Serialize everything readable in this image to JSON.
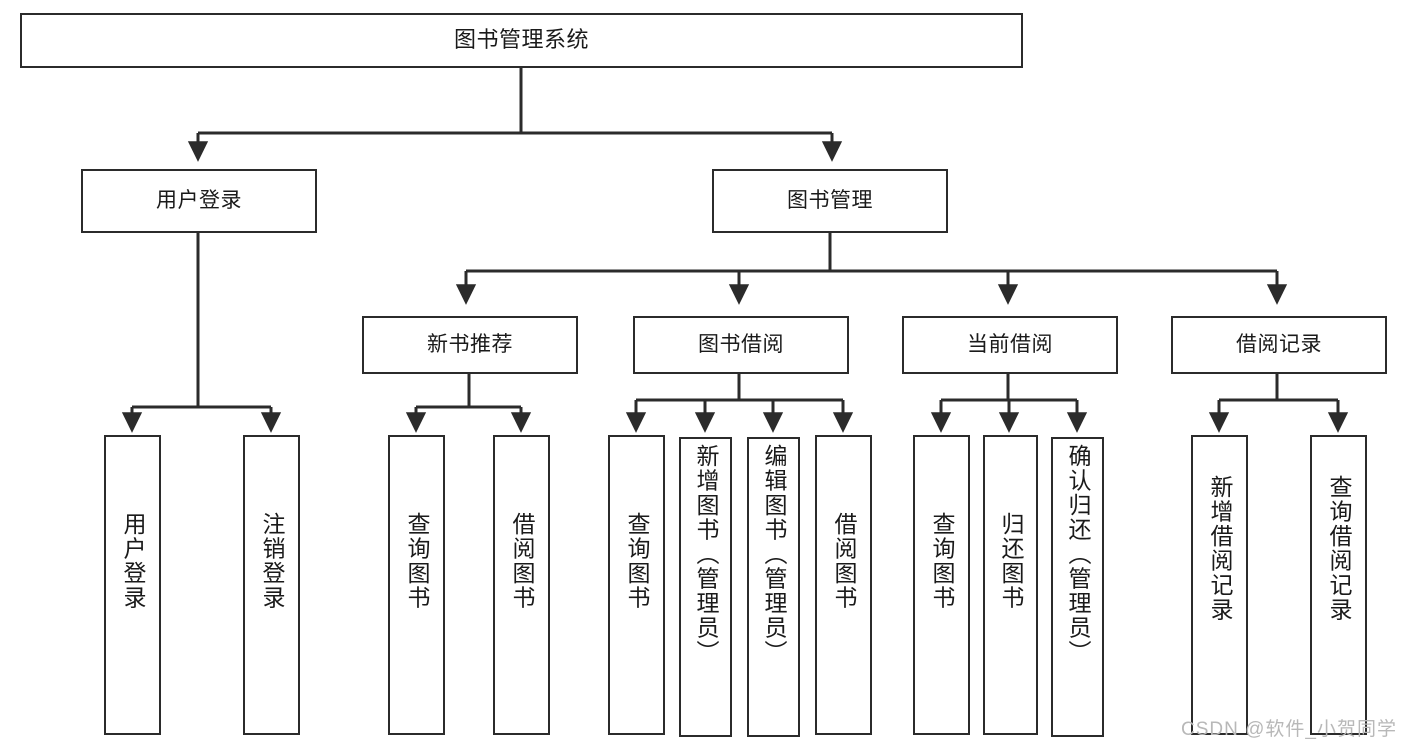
{
  "diagram": {
    "title": "图书管理系统",
    "type": "function-structure-tree",
    "line_color": "#2b2b2b",
    "box_fill": "#ffffff",
    "text_color": "#1a1a1a"
  },
  "nodes": {
    "root": {
      "label": "图书管理系统"
    },
    "level2": [
      {
        "id": "user-login",
        "label": "用户登录"
      },
      {
        "id": "book-manage",
        "label": "图书管理"
      }
    ],
    "level3": [
      {
        "id": "new-book-recommend",
        "label": "新书推荐"
      },
      {
        "id": "book-borrow",
        "label": "图书借阅"
      },
      {
        "id": "current-borrow",
        "label": "当前借阅"
      },
      {
        "id": "borrow-record",
        "label": "借阅记录"
      }
    ],
    "leaves": {
      "user_login": [
        {
          "id": "leaf-user-login",
          "label": "用户登录"
        },
        {
          "id": "leaf-logout-login",
          "label": "注销登录"
        }
      ],
      "new_book_recommend": [
        {
          "id": "leaf-query-book-1",
          "label": "查询图书"
        },
        {
          "id": "leaf-borrow-book-1",
          "label": "借阅图书"
        }
      ],
      "book_borrow": [
        {
          "id": "leaf-query-book-2",
          "label": "查询图书"
        },
        {
          "id": "leaf-add-book",
          "label": "新增图书（管理员）"
        },
        {
          "id": "leaf-edit-book",
          "label": "编辑图书（管理员）"
        },
        {
          "id": "leaf-borrow-book-2",
          "label": "借阅图书"
        }
      ],
      "current_borrow": [
        {
          "id": "leaf-query-book-3",
          "label": "查询图书"
        },
        {
          "id": "leaf-return-book",
          "label": "归还图书"
        },
        {
          "id": "leaf-confirm-return",
          "label": "确认归还（管理员）"
        }
      ],
      "borrow_record": [
        {
          "id": "leaf-add-borrow-record",
          "label": "新增借阅记录"
        },
        {
          "id": "leaf-query-borrow-record",
          "label": "查询借阅记录"
        }
      ]
    }
  },
  "watermark": {
    "text": "CSDN @软件_小贺同学"
  }
}
